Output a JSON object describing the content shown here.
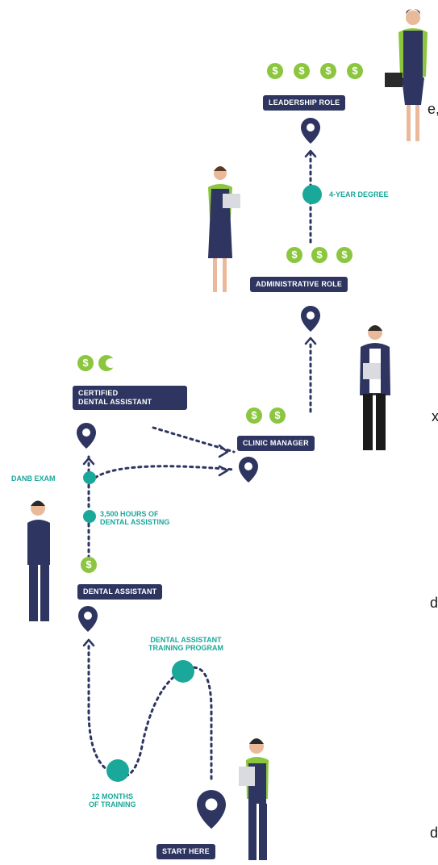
{
  "labels": {
    "leadership": "LEADERSHIP ROLE",
    "four_year": "4-YEAR DEGREE",
    "administrative": "ADMINISTRATIVE ROLE",
    "certified_line1": "CERTIFIED",
    "certified_line2": "DENTAL ASSISTANT",
    "clinic_manager": "CLINIC MANAGER",
    "danb_exam": "DANB EXAM",
    "hours_line1": "3,500 HOURS OF",
    "hours_line2": "DENTAL ASSISTING",
    "dental_assistant": "DENTAL ASSISTANT",
    "training_line1": "DENTAL ASSISTANT",
    "training_line2": "TRAINING PROGRAM",
    "months_line1": "12 MONTHS",
    "months_line2": "OF TRAINING",
    "start_here": "START HERE"
  },
  "coin_symbol": "$",
  "edge_text": {
    "top": "e,",
    "middle": "x",
    "lower": "d",
    "bottom": "d"
  },
  "colors": {
    "navy": "#2d3560",
    "teal": "#1aa89a",
    "green": "#8cc63f",
    "label_bg": "#2d3560"
  },
  "icons": [
    "location-pin-icon",
    "dollar-coin-icon",
    "milestone-dot-icon",
    "arrowhead-icon",
    "person-illustration"
  ]
}
